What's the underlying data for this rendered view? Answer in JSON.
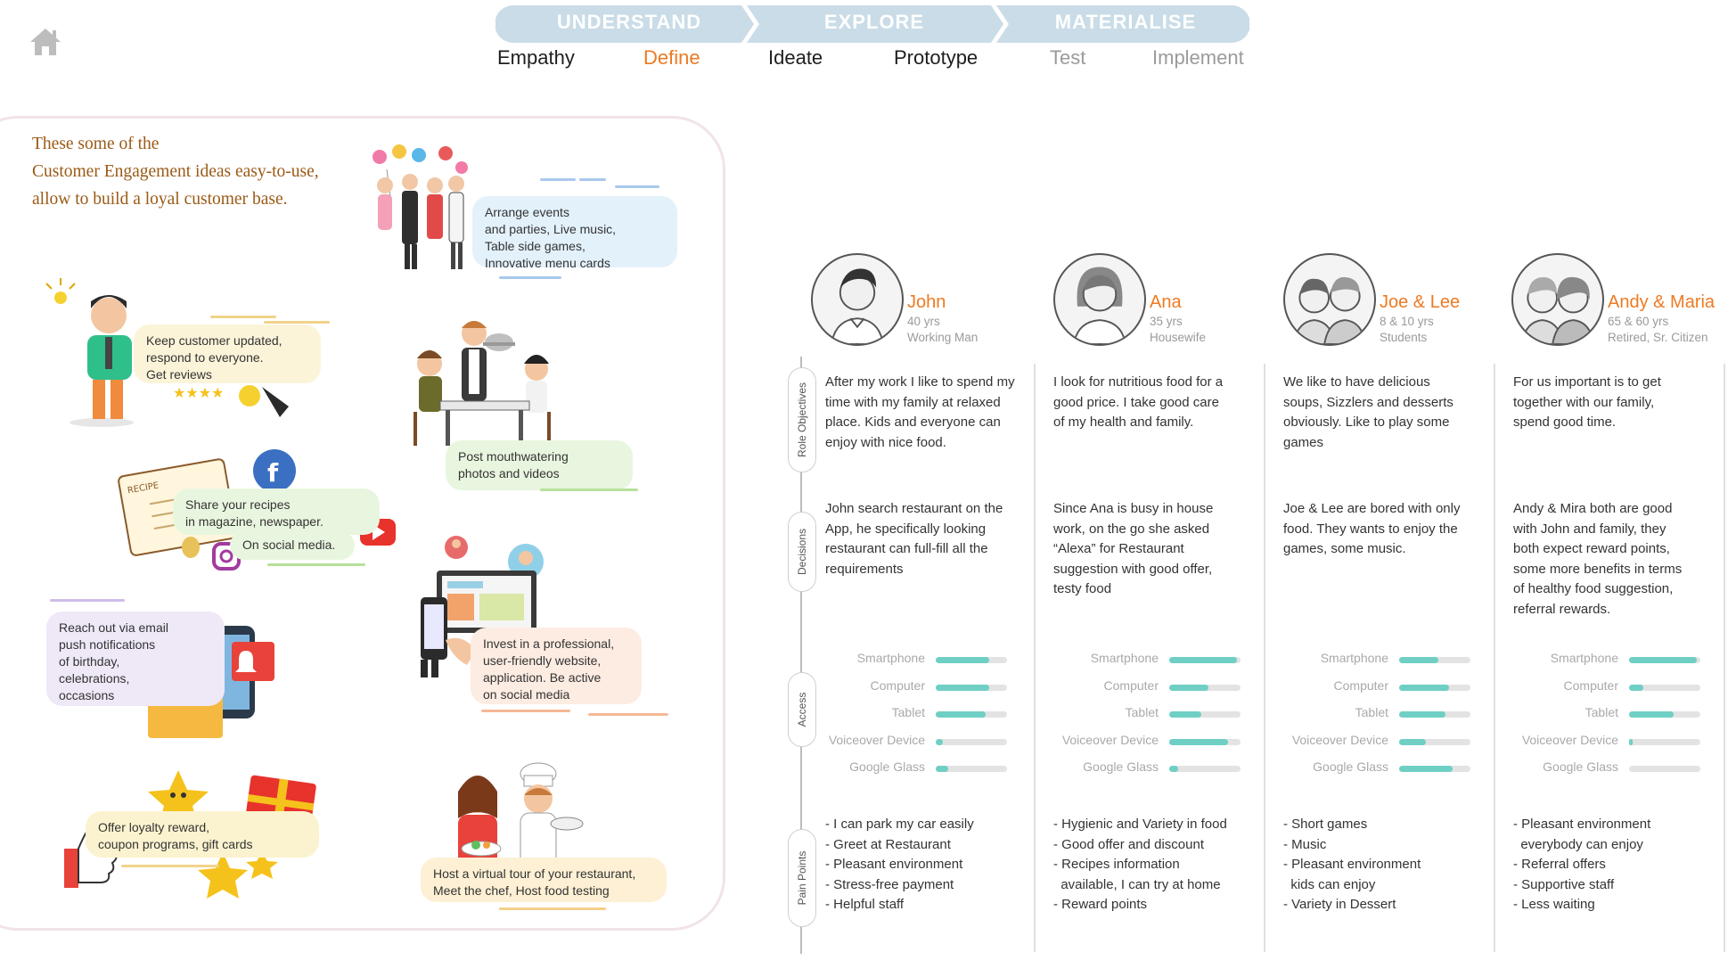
{
  "stages": [
    "UNDERSTAND",
    "EXPLORE",
    "MATERIALISE"
  ],
  "phases": [
    {
      "label": "Empathy",
      "color": "#1e1e1e"
    },
    {
      "label": "Define",
      "color": "#ee7a22"
    },
    {
      "label": "Ideate",
      "color": "#1e1e1e"
    },
    {
      "label": "Prototype",
      "color": "#1e1e1e"
    },
    {
      "label": "Test",
      "color": "#9b9b9b"
    },
    {
      "label": "Implement",
      "color": "#9b9b9b"
    }
  ],
  "colors": {
    "accent": "#ee7a22",
    "stage": "#c9dce7",
    "bar_fill": "#6fcfc4",
    "bar_track": "#e3e3e3"
  },
  "ideas": {
    "intro": [
      "These some of the",
      "Customer Engagement ideas easy-to-use,",
      "allow to build a loyal customer base."
    ],
    "items": [
      {
        "lines": [
          "Arrange events",
          "and parties, Live music,",
          "Table side games,",
          "Innovative menu cards"
        ]
      },
      {
        "lines": [
          "Keep customer updated,",
          "respond to everyone.",
          "Get reviews"
        ]
      },
      {
        "lines": [
          "Post mouthwatering",
          "photos and videos"
        ]
      },
      {
        "lines": [
          "Share your recipes",
          "in magazine, newspaper."
        ]
      },
      {
        "lines": [
          "On social media."
        ]
      },
      {
        "lines": [
          "Reach out via email",
          "push notifications",
          "of birthday,",
          "celebrations,",
          "occasions"
        ]
      },
      {
        "lines": [
          "Invest in a professional,",
          "user-friendly website,",
          "application. Be active",
          "on social media"
        ]
      },
      {
        "lines": [
          "Offer loyalty reward,",
          "coupon programs, gift cards"
        ]
      },
      {
        "lines": [
          "Host a virtual tour of your restaurant,",
          "Meet the chef, Host food testing"
        ]
      }
    ]
  },
  "row_labels": [
    "Role Objectives",
    "Decisions",
    "Access",
    "Pain Points"
  ],
  "access_labels": [
    "Smartphone",
    "Computer",
    "Tablet",
    "Voiceover Device",
    "Google Glass"
  ],
  "personas": [
    {
      "name": "John",
      "age": "40 yrs",
      "role": "Working Man",
      "objectives": [
        "After my work I like to spend my",
        "time with my family at relaxed",
        "place. Kids and everyone can",
        "enjoy with nice food."
      ],
      "decisions": [
        "John search restaurant on the",
        "App, he specifically looking",
        "restaurant can full-fill all the",
        "requirements"
      ],
      "access": [
        0.75,
        0.75,
        0.7,
        0.1,
        0.18
      ],
      "pain_points": [
        "- I can park my car easily",
        "- Greet at Restaurant",
        "- Pleasant environment",
        "- Stress-free payment",
        "- Helpful staff"
      ]
    },
    {
      "name": "Ana",
      "age": "35 yrs",
      "role": "Housewife",
      "objectives": [
        "I look for nutritious food for a",
        "good price. I take good care",
        "of my health and family."
      ],
      "decisions": [
        "Since Ana is busy in house",
        "work, on the go she asked",
        "“Alexa” for Restaurant",
        "suggestion with good offer,",
        "testy food"
      ],
      "access": [
        0.95,
        0.55,
        0.45,
        0.82,
        0.12
      ],
      "pain_points": [
        "- Hygienic and Variety in food",
        "- Good offer and discount",
        "- Recipes information",
        "  available, I can try at home",
        "- Reward points"
      ]
    },
    {
      "name": "Joe & Lee",
      "age": "8 & 10 yrs",
      "role": "Students",
      "objectives": [
        "We like to have delicious",
        "soups, Sizzlers and desserts",
        "obviously. Like to play some",
        "games"
      ],
      "decisions": [
        "Joe & Lee are bored with only",
        "food. They wants to enjoy the",
        "games, some music."
      ],
      "access": [
        0.55,
        0.7,
        0.65,
        0.38,
        0.75
      ],
      "pain_points": [
        "- Short games",
        "- Music",
        "- Pleasant environment",
        "  kids can enjoy",
        "- Variety in Dessert"
      ]
    },
    {
      "name": "Andy & Maria",
      "age": "65 & 60 yrs",
      "role": "Retired, Sr. Citizen",
      "objectives": [
        "For us important is to get",
        "together with our family,",
        "spend good time."
      ],
      "decisions": [
        "Andy & Mira both are good",
        "with John and family, they",
        "both expect reward points,",
        "some more benefits in terms",
        "of healthy food suggestion,",
        "referral rewards."
      ],
      "access": [
        0.95,
        0.2,
        0.62,
        0.05,
        0.0
      ],
      "pain_points": [
        "- Pleasant environment",
        "  everybody can enjoy",
        "- Referral offers",
        "- Supportive staff",
        "- Less waiting"
      ]
    }
  ]
}
